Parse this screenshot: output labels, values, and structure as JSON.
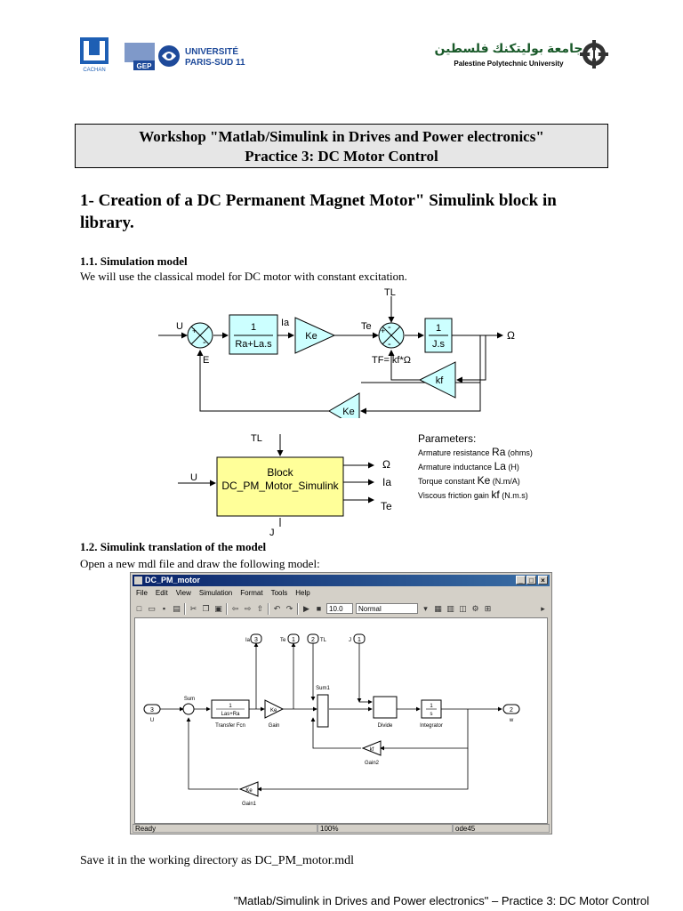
{
  "header": {
    "cachan_label": "CACHAN",
    "gep_label": "GEP",
    "universite_line1": "UNIVERSITÉ",
    "universite_line2": "PARIS-SUD 11",
    "ppu_arabic": "جامعة بوليتكنك فلسطين",
    "ppu_english": "Palestine Polytechnic University"
  },
  "title": {
    "line1": "Workshop \"Matlab/Simulink in Drives and Power electronics\"",
    "line2": "Practice 3: DC Motor Control"
  },
  "section1": {
    "heading": "1- Creation of a  DC Permanent Magnet Motor\" Simulink block in library."
  },
  "sub_1_1": {
    "heading": "1.1. Simulation model",
    "text": "We will use the classical model for DC motor with constant excitation."
  },
  "diagram": {
    "input": "U",
    "plus": "+",
    "minus": "-",
    "e_label": "E",
    "tf1_num": "1",
    "tf1_den": "Ra+La.s",
    "ia_label": "Ia",
    "gain_ke": "Ke",
    "te_label": "Te",
    "tl_label": "TL",
    "tf2_num": "1",
    "tf2_den": "J.s",
    "omega": "Ω",
    "tf_eq": "TF= kf*Ω",
    "gain_kf": "kf",
    "gain_ke2": "Ke"
  },
  "block": {
    "line1": "Block",
    "line2": "DC_PM_Motor_Simulink",
    "in_u": "U",
    "in_tl": "TL",
    "in_j": "J",
    "out_omega": "Ω",
    "out_ia": "Ia",
    "out_te": "Te"
  },
  "parameters": {
    "title": "Parameters:",
    "items": [
      {
        "desc": "Armature resistance",
        "sym": "Ra",
        "unit": "(ohms)"
      },
      {
        "desc": "Armature inductance",
        "sym": "La",
        "unit": "(H)"
      },
      {
        "desc": "Torque constant",
        "sym": "Ke",
        "unit": "(N.m/A)"
      },
      {
        "desc": "Viscous friction gain",
        "sym": "kf",
        "unit": "(N.m.s)"
      }
    ]
  },
  "sub_1_2": {
    "heading": "1.2. Simulink translation of the model",
    "text": "Open a new mdl file and draw the following model:"
  },
  "simulink": {
    "title": "DC_PM_motor",
    "window_buttons": [
      "_",
      "□",
      "×"
    ],
    "menu": [
      "File",
      "Edit",
      "View",
      "Simulation",
      "Format",
      "Tools",
      "Help"
    ],
    "stop_time": "10.0",
    "mode": "Normal",
    "status": [
      "Ready",
      "100%",
      "ode45"
    ],
    "blocks": {
      "in_u_num": "3",
      "in_u_name": "U",
      "sum_name": "Sum",
      "tf_num": "1",
      "tf_den": "Las+Ra",
      "tf_name": "Transfer Fcn",
      "gain_val": "Ke",
      "gain_name": "Gain",
      "out_ia_num": "3",
      "out_ia_name": "Ia",
      "out_te_num": "1",
      "out_te_name": "Te",
      "in_tl_num": "2",
      "in_tl_name": "TL",
      "in_j_num": "1",
      "in_j_name": "J",
      "sum1_name": "Sum1",
      "divide_name": "Divide",
      "int_num": "1",
      "int_den": "s",
      "int_name": "Integrator",
      "out_w_num": "2",
      "out_w_name": "w",
      "gain2_val": "kf",
      "gain2_name": "Gain2",
      "gain1_val": "Ke",
      "gain1_name": "Gain1"
    }
  },
  "save_text": "Save it in the working directory as DC_PM_motor.mdl",
  "footer": "\"Matlab/Simulink in Drives and Power electronics\" – Practice 3: DC Motor Control"
}
